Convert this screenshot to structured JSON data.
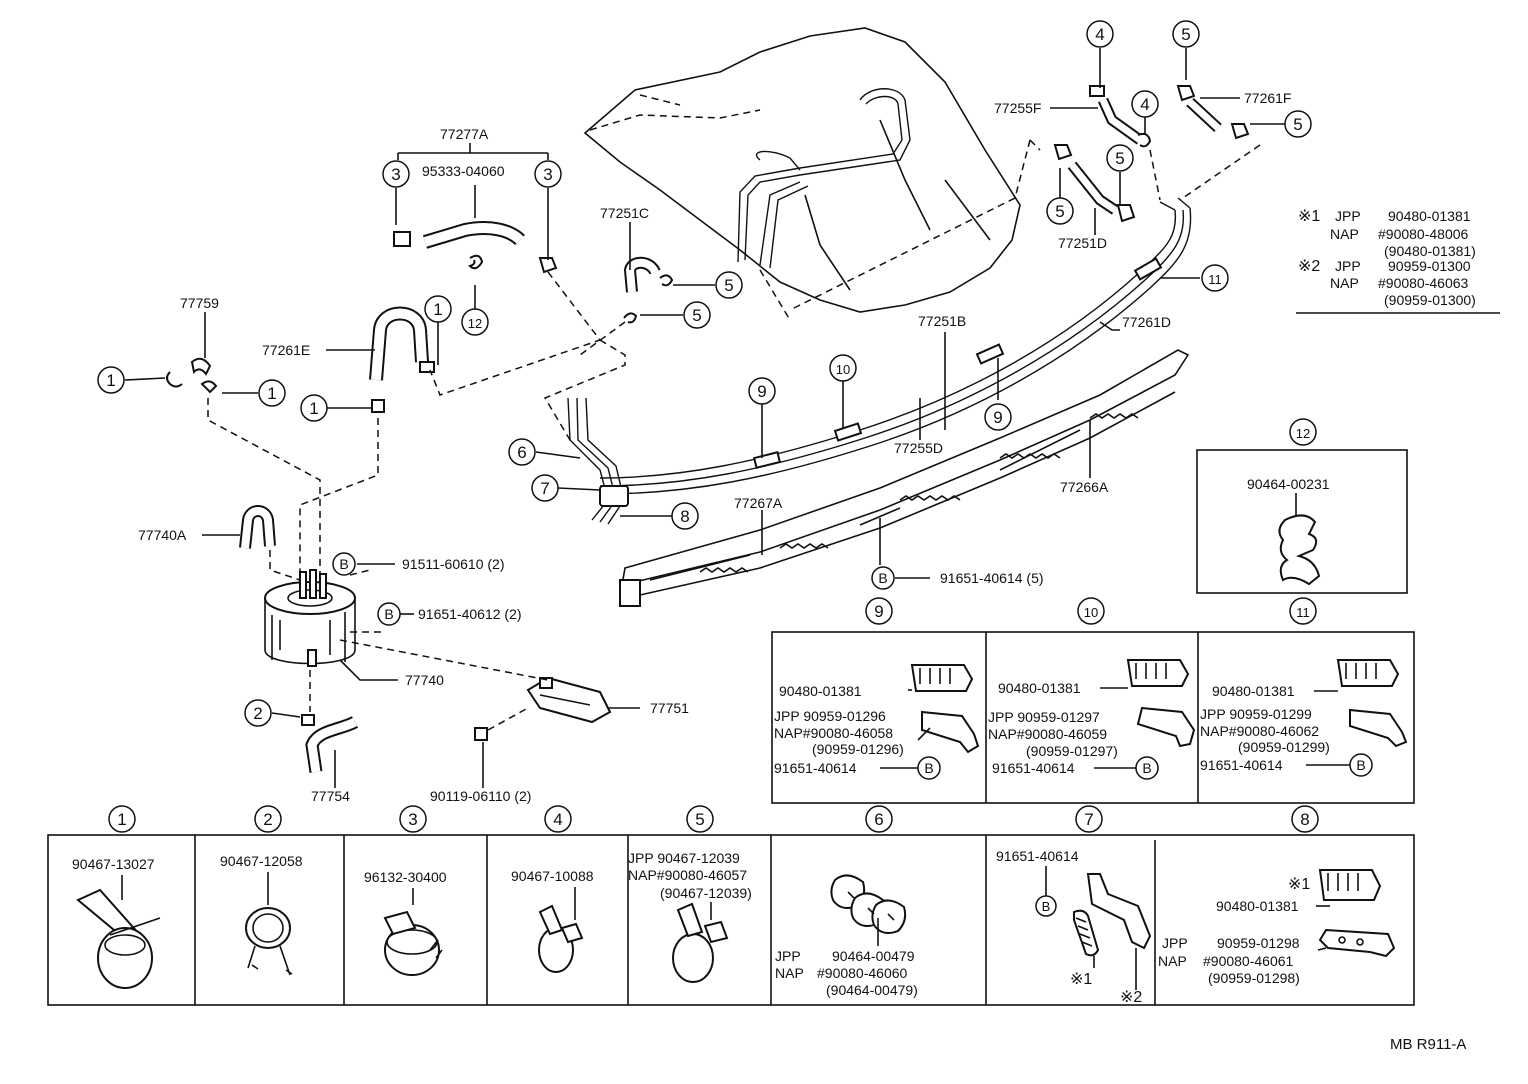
{
  "callouts": {
    "c1": "1",
    "c2": "2",
    "c3": "3",
    "c4": "4",
    "c5": "5",
    "c6": "6",
    "c7": "7",
    "c8": "8",
    "c9": "9",
    "c10": "10",
    "c11": "11",
    "c12": "12",
    "cB": "B"
  },
  "parts": {
    "p77277A": "77277A",
    "p95333": "95333-04060",
    "p77759": "77759",
    "p77261E": "77261E",
    "p77251C": "77251C",
    "p77255F": "77255F",
    "p77261F": "77261F",
    "p77251D": "77251D",
    "p77251B": "77251B",
    "p77261D": "77261D",
    "p77255D": "77255D",
    "p77267A": "77267A",
    "p77266A": "77266A",
    "p77740A": "77740A",
    "p91511": "91511-60610 (2)",
    "p91651_612": "91651-40612 (2)",
    "p77740": "77740",
    "p77751": "77751",
    "p77754": "77754",
    "p90119": "90119-06110 (2)",
    "p91651_614_5": "91651-40614 (5)"
  },
  "note": {
    "m1": "※1",
    "m2": "※2",
    "jpp": "JPP",
    "nap": "NAP",
    "a_jpp": "90480-01381",
    "a_nap": "#90080-48006",
    "a_alt": "(90480-01381)",
    "b_jpp": "90959-01300",
    "b_nap": "#90080-46063",
    "b_alt": "(90959-01300)"
  },
  "detail12": {
    "num": "12",
    "part": "90464-00231"
  },
  "detail9": {
    "num": "9",
    "a": "90480-01381",
    "jpp": "JPP   90959-01296",
    "nap": "NAP#90080-46058",
    "alt": "(90959-01296)",
    "bolt": "91651-40614"
  },
  "detail10": {
    "num": "10",
    "a": "90480-01381",
    "jpp": "JPP   90959-01297",
    "nap": "NAP#90080-46059",
    "alt": "(90959-01297)",
    "bolt": "91651-40614"
  },
  "detail11": {
    "num": "11",
    "a": "90480-01381",
    "jpp": "JPP   90959-01299",
    "nap": "NAP#90080-46062",
    "alt": "(90959-01299)",
    "bolt": "91651-40614"
  },
  "bottom": {
    "b1": {
      "num": "1",
      "part": "90467-13027"
    },
    "b2": {
      "num": "2",
      "part": "90467-12058"
    },
    "b3": {
      "num": "3",
      "part": "96132-30400"
    },
    "b4": {
      "num": "4",
      "part": "90467-10088"
    },
    "b5": {
      "num": "5",
      "jpp": "JPP      90467-12039",
      "nap": "NAP#90080-46057",
      "alt": "(90467-12039)"
    },
    "b6": {
      "num": "6",
      "jpp": "JPP",
      "jpp_p": "90464-00479",
      "nap": "NAP",
      "nap_p": "#90080-46060",
      "alt": "(90464-00479)"
    },
    "b7": {
      "num": "7",
      "part": "91651-40614",
      "m1": "※1",
      "m2": "※2"
    },
    "b8": {
      "num": "8",
      "m1": "※1",
      "a": "90480-01381",
      "jpp": "JPP",
      "jpp_p": "90959-01298",
      "nap": "NAP",
      "nap_p": "#90080-46061",
      "alt": "(90959-01298)"
    }
  },
  "footer": {
    "code": "MB  R911-A"
  }
}
